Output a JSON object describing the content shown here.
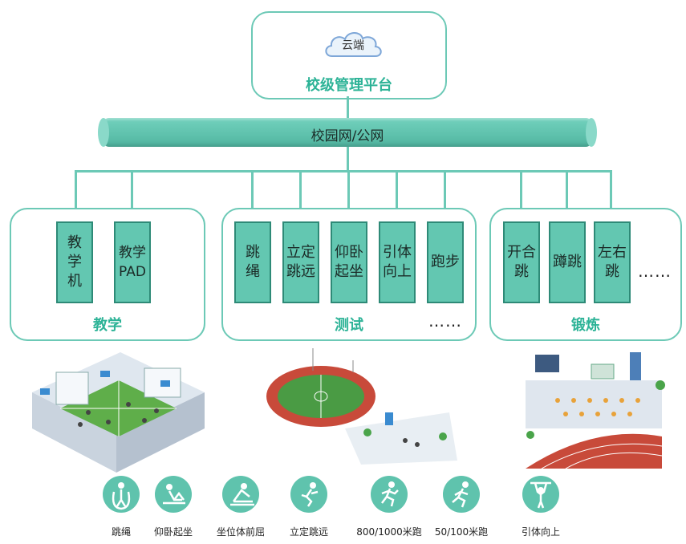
{
  "top": {
    "cloud_label": "云端",
    "platform_title": "校级管理平台"
  },
  "network": {
    "label": "校园网/公网"
  },
  "groups": {
    "teaching": {
      "title": "教学",
      "devices": [
        "教\n学\n机",
        "教学\nPAD"
      ]
    },
    "testing": {
      "title": "测试",
      "devices": [
        "跳\n绳",
        "立定\n跳远",
        "仰卧\n起坐",
        "引体\n向上",
        "跑步"
      ],
      "more": "……"
    },
    "training": {
      "title": "锻炼",
      "devices": [
        "开合\n跳",
        "蹲跳",
        "左右\n跳"
      ],
      "more": "……"
    }
  },
  "sports": [
    {
      "label": "跳绳",
      "icon": "jump-rope-icon"
    },
    {
      "label": "仰卧起坐",
      "icon": "sit-up-icon"
    },
    {
      "label": "坐位体前屈",
      "icon": "sit-reach-icon"
    },
    {
      "label": "立定跳远",
      "icon": "long-jump-icon"
    },
    {
      "label": "800/1000米跑",
      "icon": "running-icon"
    },
    {
      "label": "50/100米跑",
      "icon": "sprint-icon"
    },
    {
      "label": "引体向上",
      "icon": "pull-up-icon"
    }
  ],
  "colors": {
    "accent": "#6cc9b6",
    "title_green": "#2db397",
    "device_fill": "#63c7b1"
  }
}
